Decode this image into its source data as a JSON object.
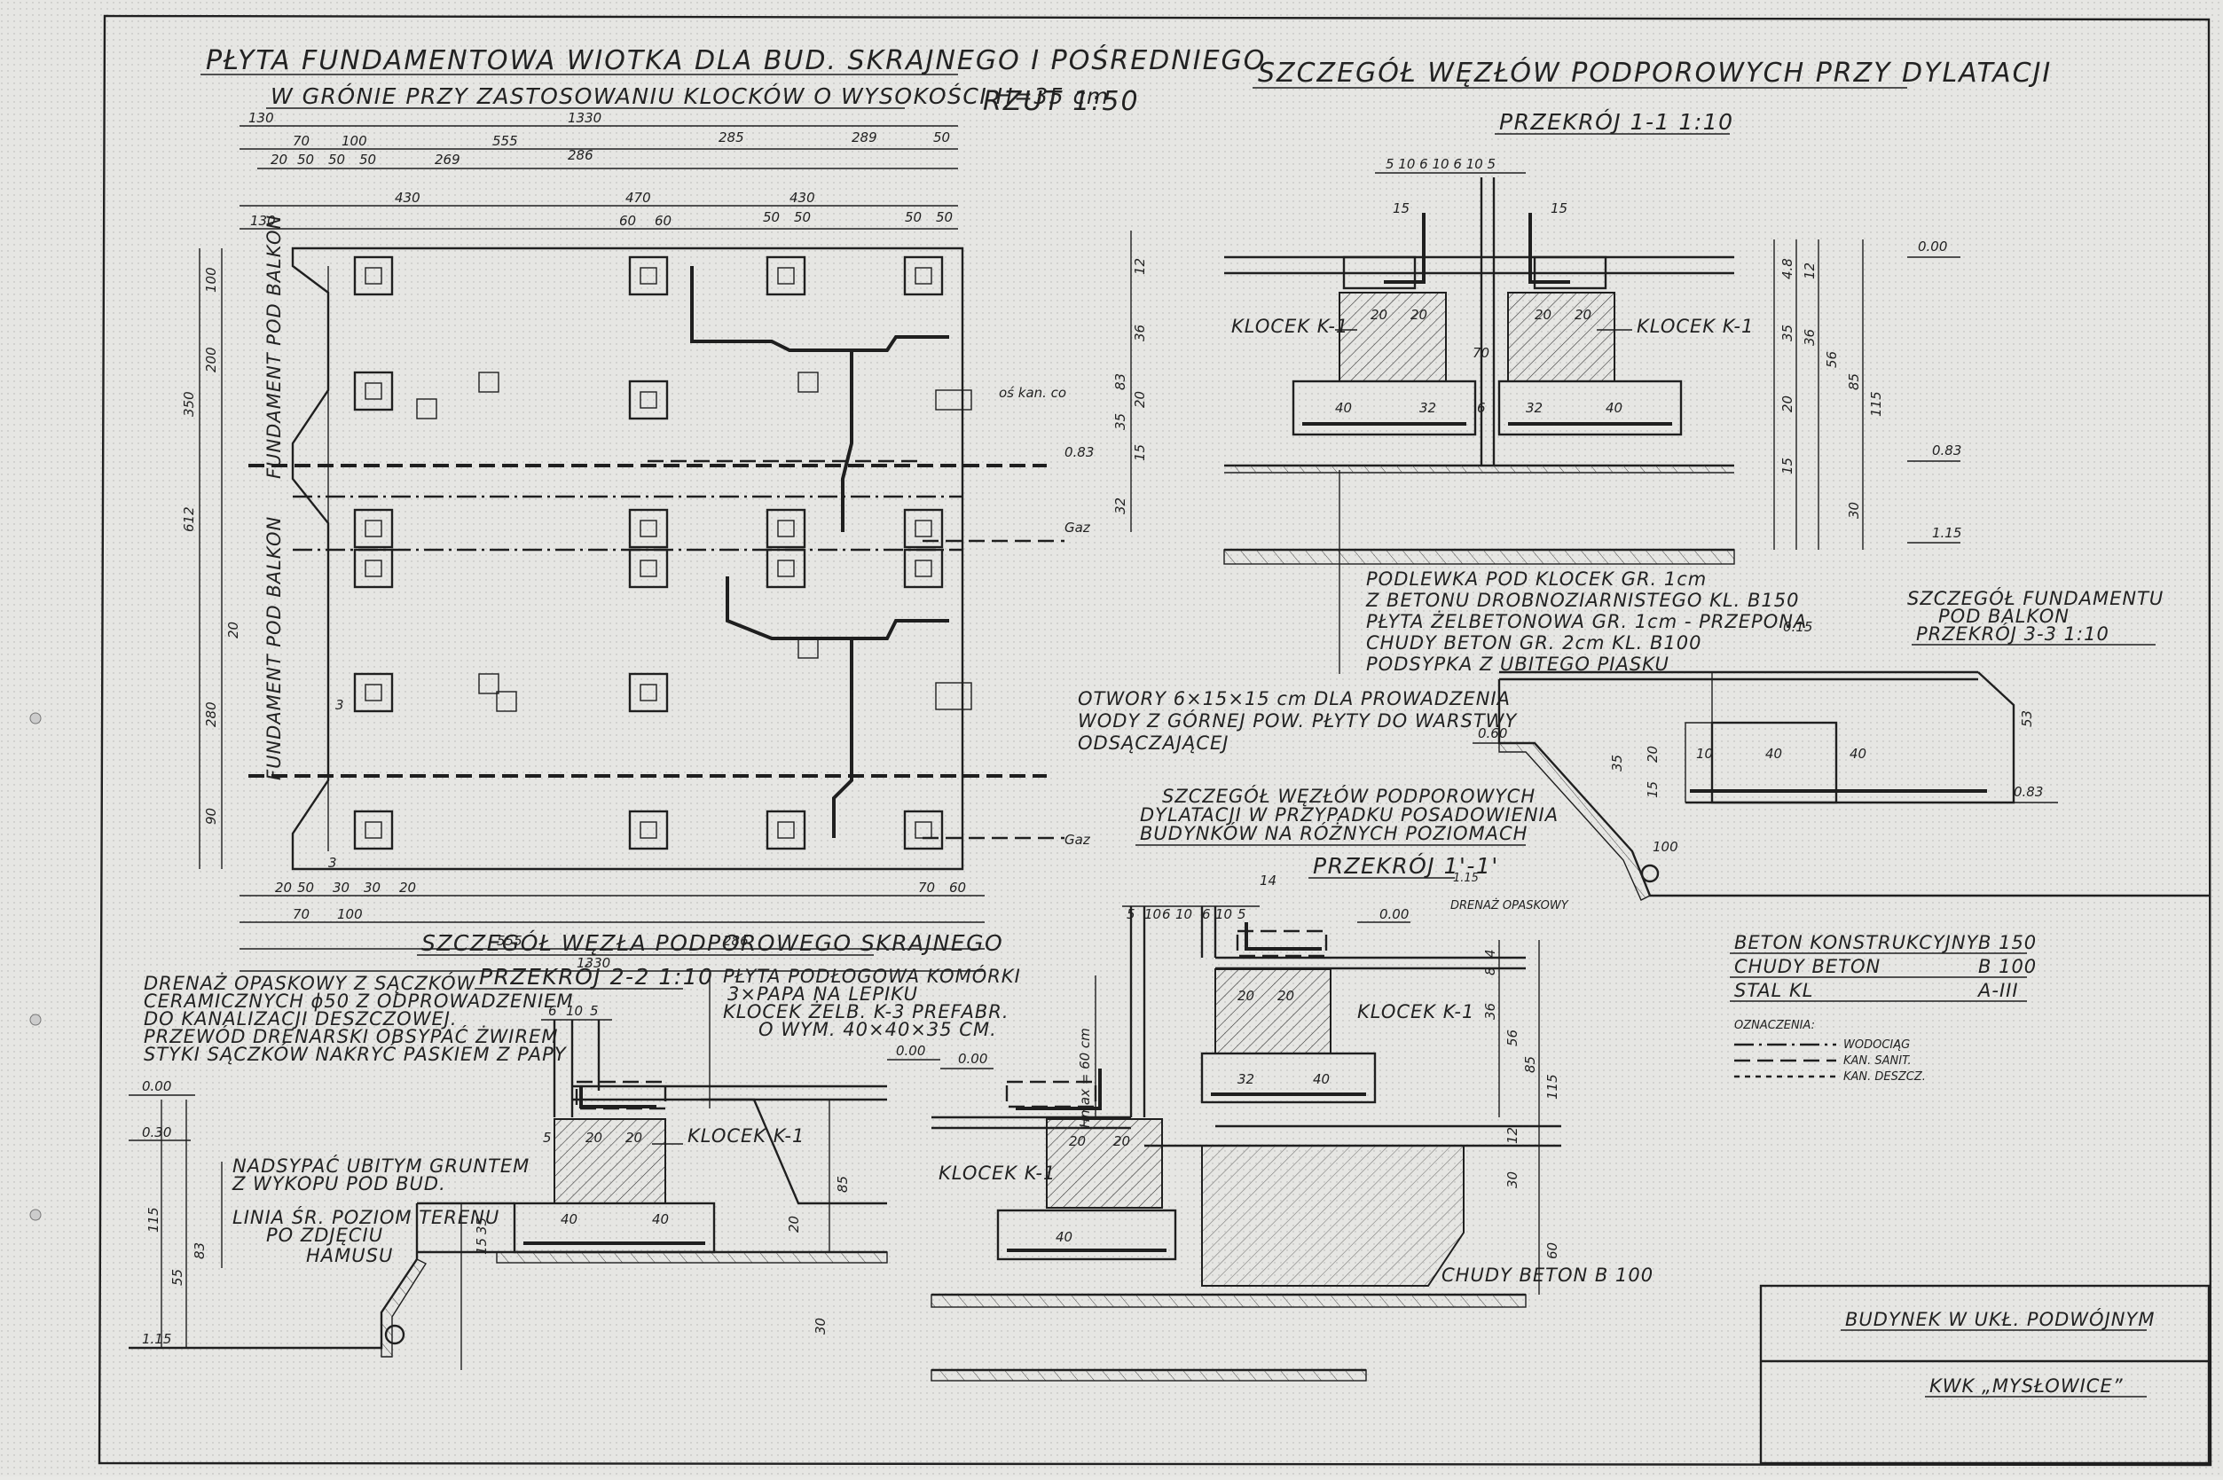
{
  "plan": {
    "title_line1": "PŁYTA FUNDAMENTOWA WIOTKA DLA BUD. SKRAJNEGO I POŚREDNIEGO",
    "title_line2": "W GRÓNIE PRZY ZASTOSOWANIU KLOCKÓW O WYSOKOŚCI H=35 cm",
    "scale": "RZUT 1:50",
    "top_dims_row1": [
      "130",
      "1330"
    ],
    "top_dims_row2": [
      "70",
      "100",
      "555",
      "285",
      "289",
      "50"
    ],
    "top_dims_row3": [
      "20",
      "50",
      "50",
      "50",
      "269",
      "286"
    ],
    "top_dims_row4": [
      "430",
      "470",
      "430"
    ],
    "top_dims_row5": [
      "130",
      "60",
      "60",
      "50",
      "50",
      "50",
      "50"
    ],
    "bottom_dims_row1": [
      "20",
      "50",
      "30",
      "30",
      "20",
      "70",
      "60"
    ],
    "bottom_dims_row2": [
      "70",
      "100"
    ],
    "bottom_dims_row3": [
      "555",
      "286"
    ],
    "bottom_total": "1330",
    "balkon_label_1": "FUNDAMENT POD BALKON",
    "balkon_label_2": "FUNDAMENT POD BALKON",
    "label_os_kan": "oś kan. co",
    "label_gaz_1": "Gaz",
    "label_gaz_2": "Gaz",
    "section_mark_3a": "3",
    "section_mark_3b": "3",
    "right_dims": [
      "12",
      "36",
      "83",
      "20",
      "15",
      "35",
      "32",
      "0.83"
    ],
    "left_dims": [
      "100",
      "200",
      "280",
      "350",
      "612",
      "20",
      "90"
    ]
  },
  "detail_dylatacja": {
    "title": "SZCZEGÓŁ WĘZŁÓW PODPOROWYCH PRZY DYLATACJI",
    "section": "PRZEKRÓJ 1-1     1:10",
    "top_dims": "5 10 6 10 6 10 5",
    "dim_15a": "15",
    "dim_15b": "15",
    "klocek_left": "KLOCEK K-1",
    "klocek_right": "KLOCEK K-1",
    "dims_20": [
      "20",
      "20",
      "20",
      "20"
    ],
    "dim_70": "70",
    "bottom_dims": [
      "40",
      "32",
      "6",
      "32",
      "40"
    ],
    "level_000": "0.00",
    "level_083": "0.83",
    "level_115": "1.15",
    "vert_dims": [
      "4.8",
      "12",
      "35",
      "36",
      "56",
      "85",
      "115",
      "20",
      "15",
      "30"
    ],
    "legend": [
      "PODLEWKA POD KLOCEK GR. 1cm",
      "Z BETONU DROBNOZIARNISTEGO KL. B150",
      "PŁYTA ŻELBETONOWA GR. 1cm - PRZEPONA",
      "CHUDY BETON GR. 2cm  KL. B100",
      "PODSYPKA Z UBITEGO PIASKU"
    ]
  },
  "otwory_note": [
    "OTWORY 6×15×15 cm DLA PROWADZENIA",
    "WODY Z GÓRNEJ POW. PŁYTY DO WARSTWY",
    "ODSĄCZAJĄCEJ"
  ],
  "detail_balkon": {
    "title_line1": "SZCZEGÓŁ FUNDAMENTU",
    "title_line2": "POD BALKON",
    "section": "PRZEKRÓJ 3-3     1:10",
    "dim_015": "0.15",
    "dim_060": "0.60",
    "dim_083": "0.83",
    "dims": [
      "10",
      "40",
      "40",
      "53",
      "35",
      "20",
      "15",
      "100"
    ]
  },
  "detail_roznych": {
    "title_line1": "SZCZEGÓŁ WĘZŁÓW PODPOROWYCH",
    "title_line2": "DYLATACJI W PRZYPADKU POSADOWIENIA",
    "title_line3": "BUDYNKÓW NA RÓŻNYCH POZIOMACH",
    "section": "PRZEKRÓJ 1'-1'",
    "drenaz": "DRENAŻ OPASKOWY",
    "level_115": "1.15",
    "level_000a": "0.00",
    "level_000b": "0.00",
    "hmax": "Hmax = 60 cm",
    "top_dims": [
      "5",
      "10",
      "6",
      "10",
      "6",
      "10",
      "5",
      "14"
    ],
    "klocek_upper": "KLOCEK K-1",
    "klocek_lower": "KLOCEK K-1",
    "dims_upper": [
      "20",
      "20",
      "32",
      "40"
    ],
    "dims_lower": [
      "20",
      "20",
      "40"
    ],
    "vert_dims": [
      "4",
      "8",
      "36",
      "56",
      "85",
      "115",
      "12",
      "30",
      "60"
    ],
    "chudy": "CHUDY BETON B 100"
  },
  "detail_skrajny": {
    "title": "SZCZEGÓŁ WĘZŁA PODPOROWEGO SKRAJNEGO",
    "section": "PRZEKRÓJ 2-2     1:10",
    "plyta_note": [
      "PŁYTA PODŁOGOWA KOMÓRKI",
      "3×PAPA NA LEPIKU",
      "KLOCEK ŻELB. K-3 PREFABR.",
      "O WYM. 40×40×35 CM."
    ],
    "drenaz_note": [
      "DRENAŻ OPASKOWY Z SĄCZKÓW",
      "CERAMICZNYCH ϕ50 Z ODPROWADZENIEM",
      "DO KANALIZACJI DESZCZOWEJ.",
      "PRZEWÓD DRENARSKI OBSYPAĆ ŻWIREM",
      "STYKI SĄCZKÓW NAKRYĆ PASKIEM Z PAPY"
    ],
    "nadsypac": [
      "NADSYPAĆ UBITYM GRUNTEM",
      "Z WYKOPU POD BUD."
    ],
    "linia": [
      "LINIA ŚR. POZIOM TERENU",
      "PO ZDJĘCIU",
      "HAMUSU"
    ],
    "klocek": "KLOCEK K-1",
    "level_000": "0.00",
    "level_030": "0.30",
    "level_115": "1.15",
    "top_dims": [
      "6",
      "10",
      "5"
    ],
    "dims": [
      "5",
      "20",
      "20",
      "40",
      "40",
      "35",
      "15",
      "20",
      "30",
      "55",
      "83",
      "115",
      "85"
    ]
  },
  "materials": {
    "rows": [
      {
        "label": "BETON KONSTRUKCYJNY",
        "value": "B 150"
      },
      {
        "label": "CHUDY BETON",
        "value": "B 100"
      },
      {
        "label": "STAL KL",
        "value": "A-III"
      }
    ],
    "oznaczenia_title": "OZNACZENIA:",
    "oznaczenia": [
      "WODOCIĄG",
      "KAN. SANIT.",
      "KAN. DESZCZ."
    ]
  },
  "title_block": {
    "line1": "BUDYNEK W UKŁ. PODWÓJNYM",
    "line2": "KWK „MYSŁOWICE”"
  }
}
